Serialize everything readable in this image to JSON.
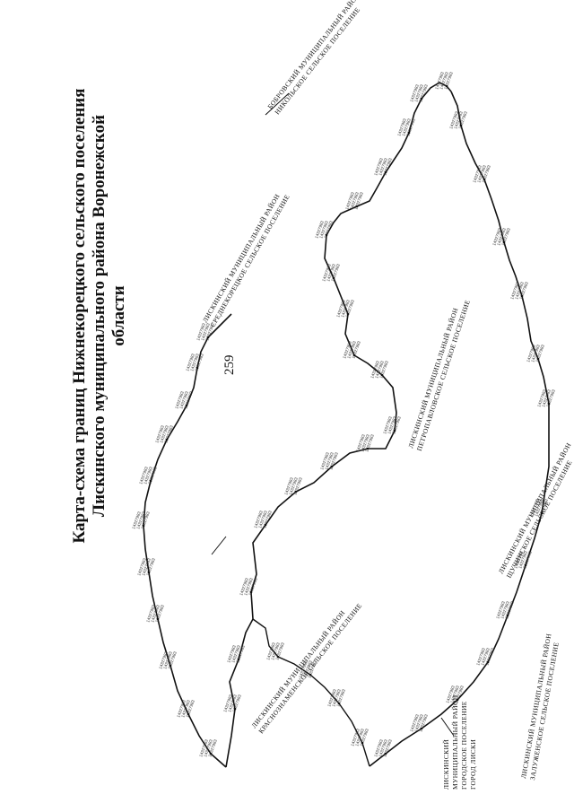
{
  "page_number": "259",
  "title": {
    "line1": "Карта-схема границ Нижнекорецкого сельского поселения",
    "line2": "Лискинского муниципального района Воронежской области"
  },
  "neighbor_labels": {
    "bobrov_1": "БОБРОВСКИЙ МУНИЦИПАЛЬНЫЙ РАЙОН",
    "bobrov_2": "НИКОЛЬСКОЕ СЕЛЬСКОЕ ПОСЕЛЕНИЕ",
    "srednekor_1": "ЛИСКИНСКИЙ МУНИЦИПАЛЬНЫЙ РАЙОН",
    "srednekor_2": "СРЕДНЕКОРЕЦКОЕ СЕЛЬСКОЕ ПОСЕЛЕНИЕ",
    "petrop_1": "ЛИСКИНСКИЙ МУНИЦИПАЛЬНЫЙ РАЙОН",
    "petrop_2": "ПЕТРОПАВЛОВСКОЕ СЕЛЬСКОЕ ПОСЕЛЕНИЕ",
    "ktsk_1": "ЛИСКИНСКИЙ МУНИЦИПАЛЬНЫЙ РАЙОН",
    "ktsk_2": "ЩУЧИНСКОЕ СЕЛЬСКОЕ ПОСЕЛЕНИЕ",
    "krasn_1": "ЛИСКИНСКИЙ МУНИЦИПАЛЬНЫЙ РАЙОН",
    "krasn_2": "КРАСНОЗНАМЕНСКОЕ СЕЛЬСКОЕ ПОСЕЛЕНИЕ",
    "zaluzh_1": "ЛИСКИНСКИЙ МУНИЦИПАЛЬНЫЙ РАЙОН",
    "zaluzh_2": "ЗАЛУЖЕНСКОЕ СЕЛЬСКОЕ ПОСЕЛЕНИЕ",
    "liski_1": "ЛИСКИНСКИЙ",
    "liski_2": "МУНИЦИПАЛЬНЫЙ РАЙОН",
    "liski_3": "ГОРОДСКОЕ ПОСЕЛЕНИЕ",
    "liski_4": "ГОРОД ЛИСКИ"
  },
  "point_label_sample": "14327983"
}
